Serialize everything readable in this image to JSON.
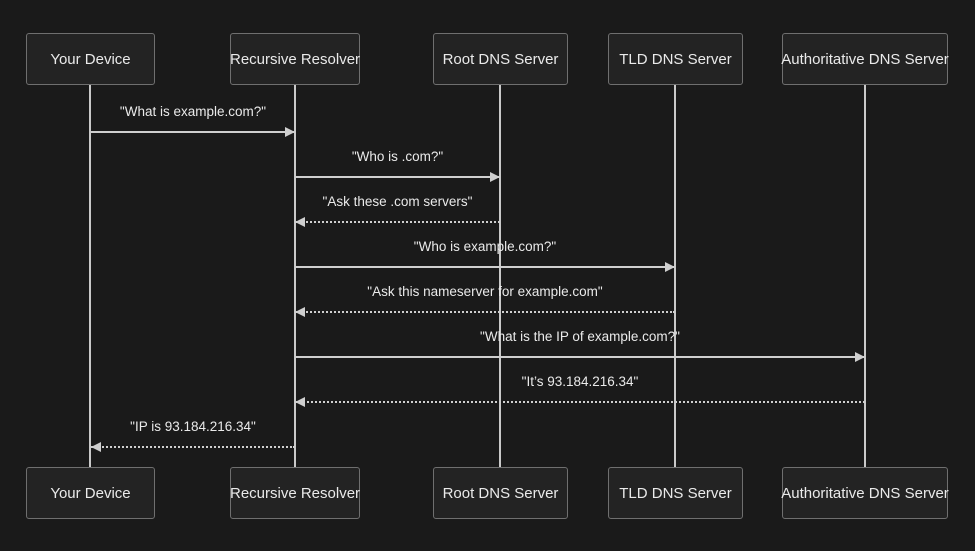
{
  "diagram": {
    "type": "sequence-diagram",
    "subject": "DNS resolution flow"
  },
  "actors": [
    {
      "label": "Your Device"
    },
    {
      "label": "Recursive Resolver"
    },
    {
      "label": "Root DNS Server"
    },
    {
      "label": "TLD DNS Server"
    },
    {
      "label": "Authoritative DNS Server"
    }
  ],
  "messages": [
    {
      "label": "\"What is example.com?\"",
      "from": "Your Device",
      "to": "Recursive Resolver",
      "line": "solid",
      "direction": "right"
    },
    {
      "label": "\"Who is .com?\"",
      "from": "Recursive Resolver",
      "to": "Root DNS Server",
      "line": "solid",
      "direction": "right"
    },
    {
      "label": "\"Ask these .com servers\"",
      "from": "Root DNS Server",
      "to": "Recursive Resolver",
      "line": "dashed",
      "direction": "left"
    },
    {
      "label": "\"Who is example.com?\"",
      "from": "Recursive Resolver",
      "to": "TLD DNS Server",
      "line": "solid",
      "direction": "right"
    },
    {
      "label": "\"Ask this nameserver for example.com\"",
      "from": "TLD DNS Server",
      "to": "Recursive Resolver",
      "line": "dashed",
      "direction": "left"
    },
    {
      "label": "\"What is the IP of example.com?\"",
      "from": "Recursive Resolver",
      "to": "Authoritative DNS Server",
      "line": "solid",
      "direction": "right"
    },
    {
      "label": "\"It’s 93.184.216.34\"",
      "from": "Authoritative DNS Server",
      "to": "Recursive Resolver",
      "line": "dashed",
      "direction": "left"
    },
    {
      "label": "\"IP is 93.184.216.34\"",
      "from": "Recursive Resolver",
      "to": "Your Device",
      "line": "dashed",
      "direction": "left"
    }
  ],
  "colors": {
    "background": "#1a1a1a",
    "actor_fill": "#232323",
    "actor_border": "#6f6f6f",
    "line": "#cfcfcf",
    "lifeline": "#c9c9c9",
    "text": "#eaeaea"
  }
}
